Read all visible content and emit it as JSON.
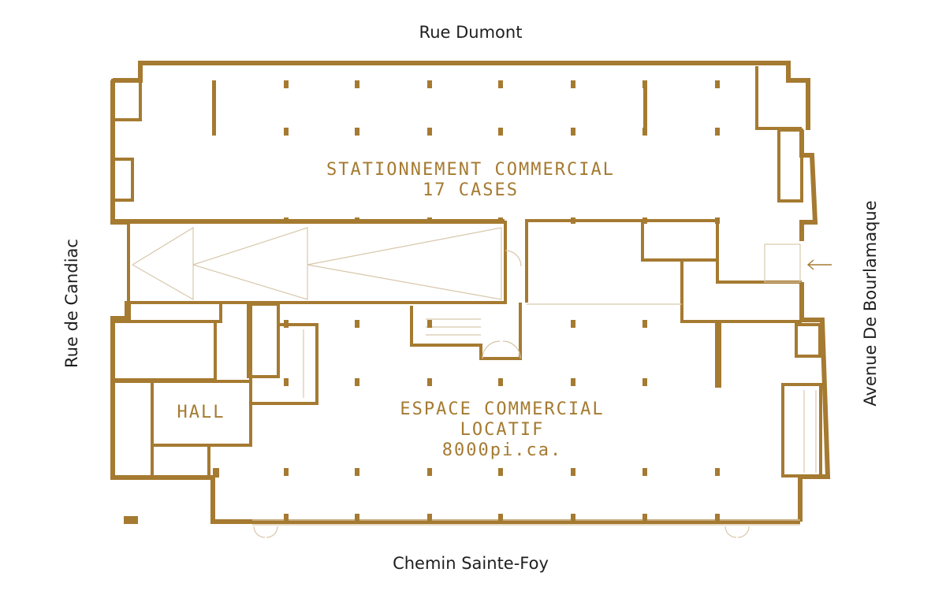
{
  "colors": {
    "wall": "#a57a31",
    "thin": "#d8c7ab",
    "text": "#1f1f1f"
  },
  "streets": {
    "north": "Rue Dumont",
    "south": "Chemin Sainte-Foy",
    "west": "Rue de Candiac",
    "east": "Avenue De Bourlamaque"
  },
  "spaces": {
    "parking_line1": "STATIONNEMENT COMMERCIAL",
    "parking_line2": "17 CASES",
    "hall": "HALL",
    "commercial_line1": "ESPACE COMMERCIAL",
    "commercial_line2": "LOCATIF",
    "commercial_line3": "8000pi.ca."
  },
  "icons": {
    "entrance": "arrow-left-icon"
  }
}
